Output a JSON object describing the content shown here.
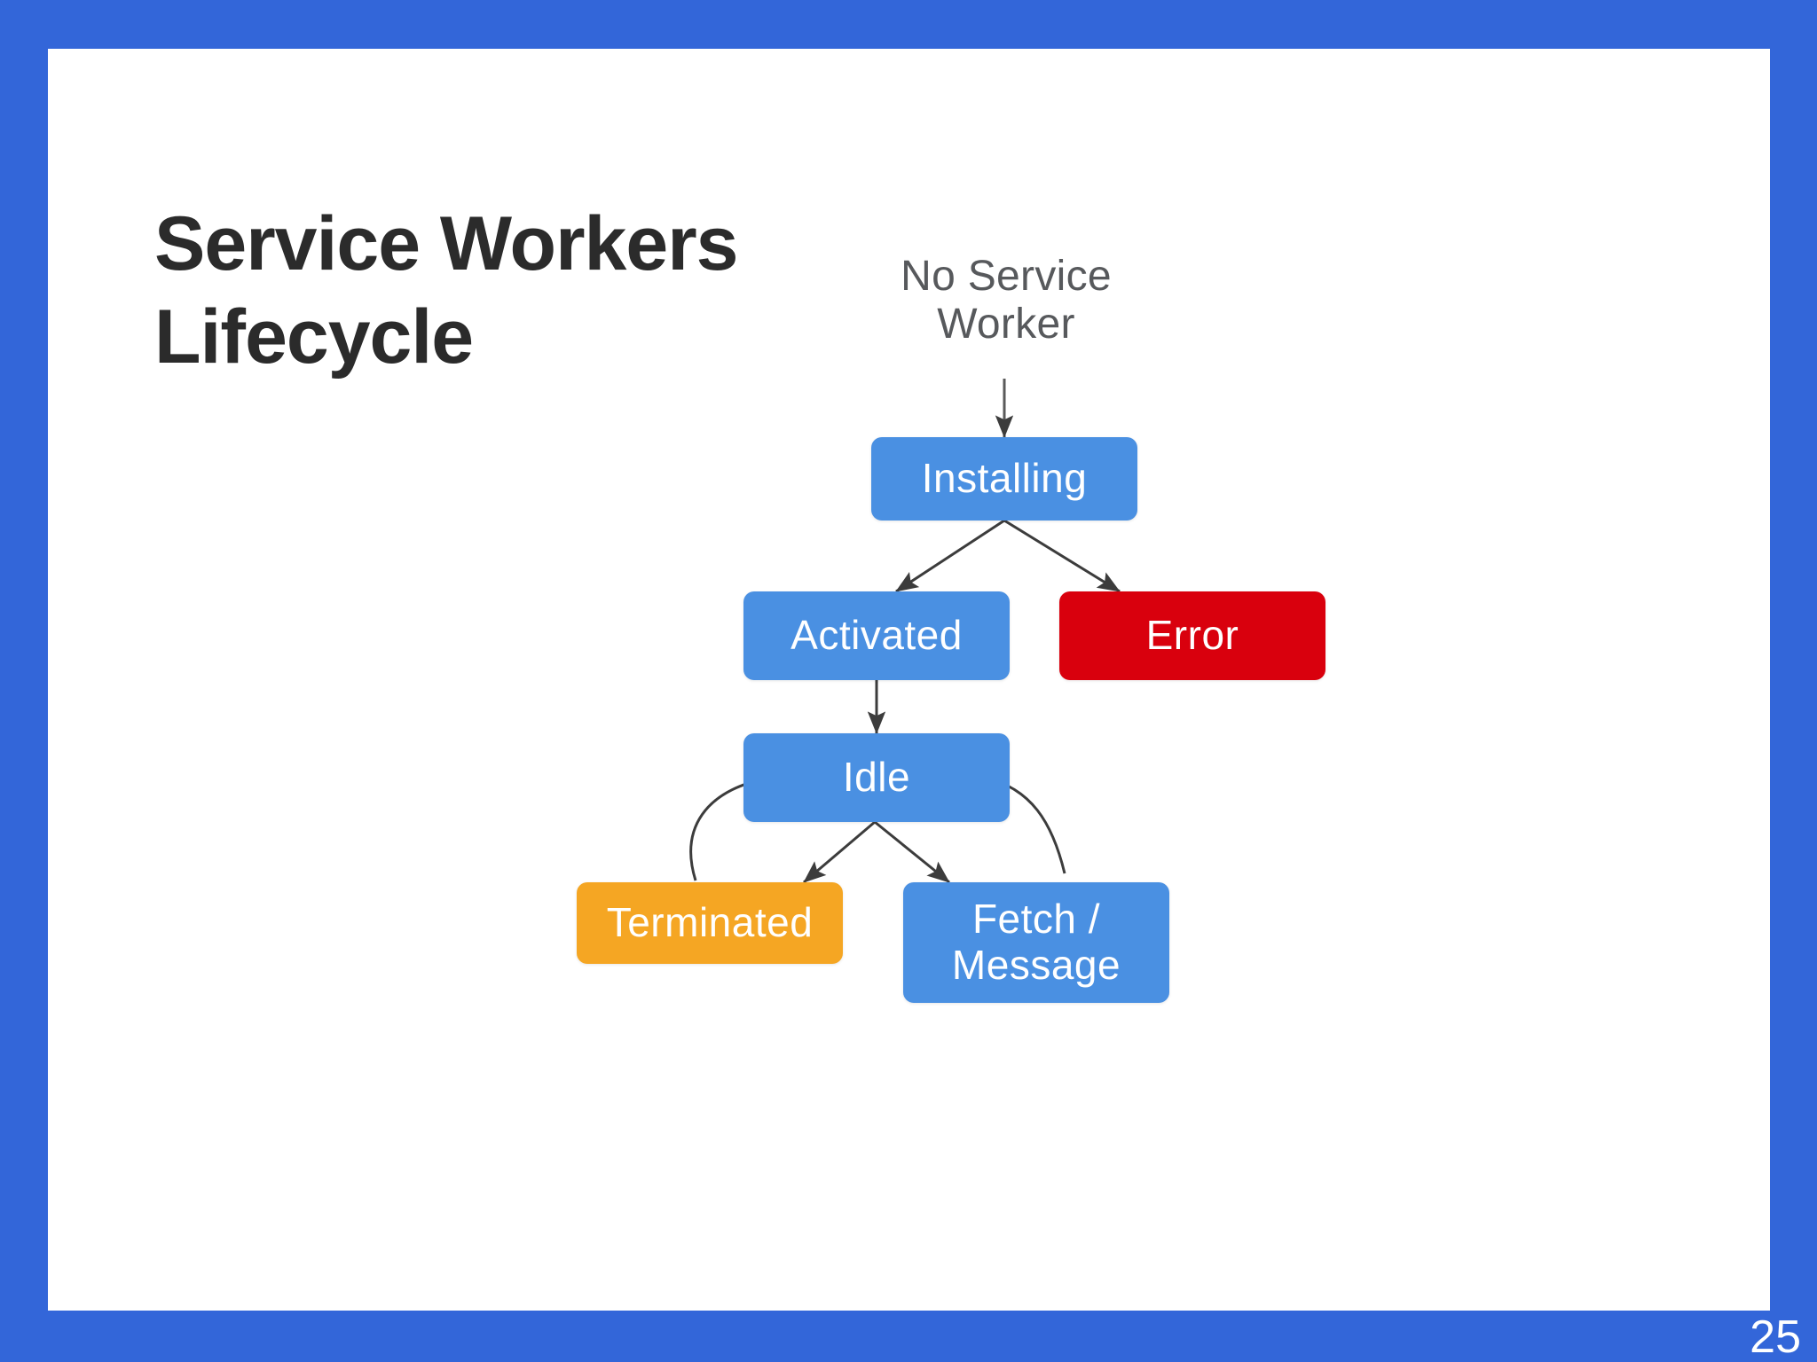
{
  "slide": {
    "title": "Service Workers Lifecycle",
    "page_number": "25",
    "border_color": "#3366d9",
    "background_color": "#ffffff",
    "title_color": "#2b2b2b"
  },
  "diagram": {
    "title": "Service Workers Lifecycle",
    "type": "state-flowchart",
    "colors": {
      "blue": "#4a90e2",
      "red": "#d9000d",
      "orange": "#f5a623",
      "text_gray": "#57595c",
      "arrow": "#3c3c3c"
    },
    "nodes": [
      {
        "id": "no-service-worker",
        "label": "No Service\nWorker",
        "shape": "text",
        "color": "#57595c"
      },
      {
        "id": "installing",
        "label": "Installing",
        "shape": "box",
        "color": "#4a90e2"
      },
      {
        "id": "activated",
        "label": "Activated",
        "shape": "box",
        "color": "#4a90e2"
      },
      {
        "id": "error",
        "label": "Error",
        "shape": "box",
        "color": "#d9000d"
      },
      {
        "id": "idle",
        "label": "Idle",
        "shape": "box",
        "color": "#4a90e2"
      },
      {
        "id": "terminated",
        "label": "Terminated",
        "shape": "box",
        "color": "#f5a623"
      },
      {
        "id": "fetch-message",
        "label": "Fetch /\nMessage",
        "shape": "box",
        "color": "#4a90e2"
      }
    ],
    "edges": [
      {
        "from": "no-service-worker",
        "to": "installing",
        "style": "straight"
      },
      {
        "from": "installing",
        "to": "activated",
        "style": "straight"
      },
      {
        "from": "installing",
        "to": "error",
        "style": "straight"
      },
      {
        "from": "activated",
        "to": "idle",
        "style": "straight"
      },
      {
        "from": "idle",
        "to": "terminated",
        "style": "straight"
      },
      {
        "from": "idle",
        "to": "fetch-message",
        "style": "straight"
      },
      {
        "from": "terminated",
        "to": "idle",
        "style": "curved"
      },
      {
        "from": "fetch-message",
        "to": "idle",
        "style": "curved"
      }
    ]
  }
}
